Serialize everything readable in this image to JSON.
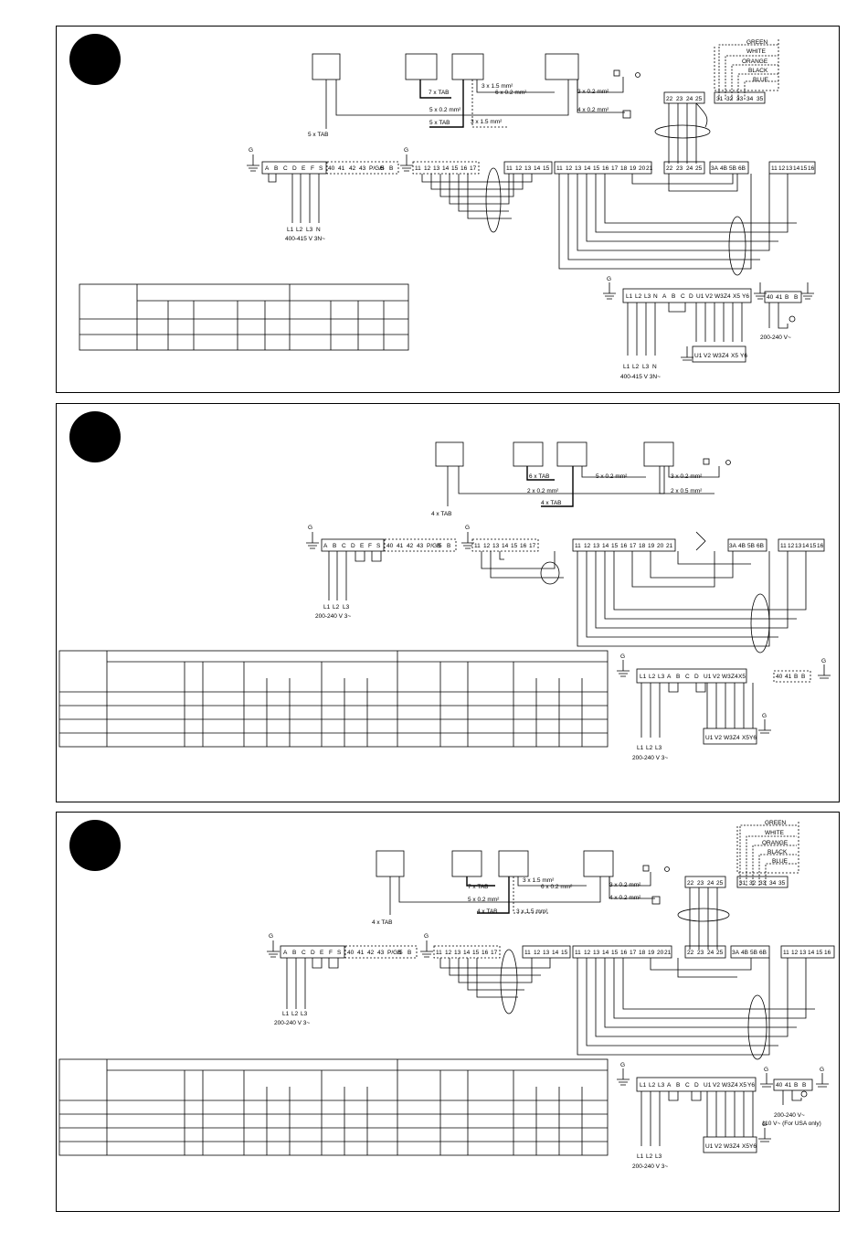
{
  "wires": {
    "tab7": "7 x TAB",
    "tab6": "6 x TAB",
    "tab5": "5 x TAB",
    "tab4": "4 x TAB",
    "c3x15": "3 x 1.5 mm²",
    "c6x02": "6 x 0.2 mm²",
    "c5x02": "5 x 0.2 mm²",
    "c3x02": "3 x 0.2 mm²",
    "c4x02": "4 x 0.2 mm²",
    "c2x02": "2 x 0.2 mm²",
    "c2x05": "2 x 0.5 mm²"
  },
  "colors": [
    "GREEN",
    "WHITE",
    "ORANGE",
    "BLACK",
    "BLUE"
  ],
  "terminals": {
    "main": [
      "A",
      "B",
      "C",
      "D",
      "E",
      "F",
      "S"
    ],
    "aux": [
      "40",
      "41",
      "42",
      "43",
      "P/G/5",
      "B",
      "B"
    ],
    "ctrl": [
      "11",
      "12",
      "13",
      "14",
      "15",
      "16",
      "17"
    ],
    "ctrl_short": [
      "11",
      "12",
      "13",
      "14",
      "15"
    ],
    "long": [
      "11",
      "12",
      "13",
      "14",
      "15",
      "16",
      "17",
      "18",
      "19",
      "20",
      "21"
    ],
    "cable": [
      "22",
      "23",
      "24",
      "25"
    ],
    "ab": [
      "3A",
      "4B",
      "5B",
      "6B"
    ],
    "ctrl6": [
      "11",
      "12",
      "13",
      "14",
      "15",
      "16"
    ],
    "color_terms": [
      "31",
      "32",
      "33",
      "34",
      "35"
    ],
    "supply4": [
      "L1",
      "L2",
      "L3",
      "N",
      "A",
      "B",
      "C",
      "D"
    ],
    "supply3": [
      "L1",
      "L2",
      "L3",
      "A",
      "B",
      "C",
      "D"
    ],
    "uvw": [
      "U1",
      "V2",
      "W3",
      "Z4",
      "X5",
      "Y6"
    ],
    "small": [
      "40",
      "41",
      "B",
      "B"
    ]
  },
  "labels": {
    "g": "G",
    "l1": "L1",
    "l2": "L2",
    "l3": "L3",
    "n": "N",
    "v400": "400-415 V 3N~",
    "v200_3": "200-240 V 3~",
    "v200": "200-240 V~",
    "v110": "110 V~ (For USA only)"
  }
}
